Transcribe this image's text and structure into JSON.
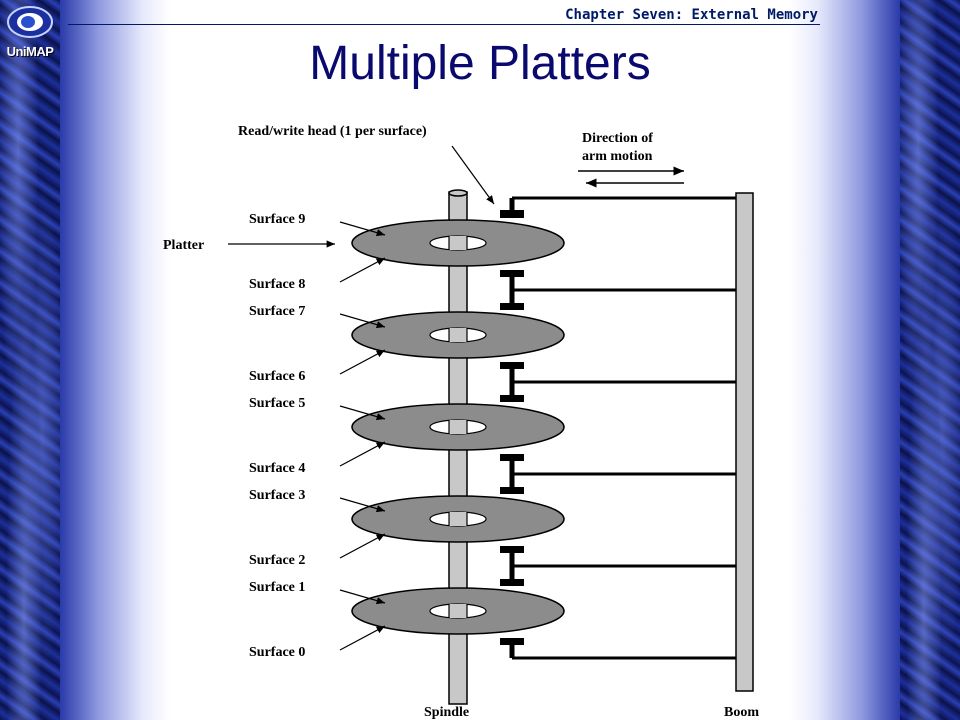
{
  "header": {
    "chapter": "Chapter Seven: External Memory",
    "logo_text": "UniMAP"
  },
  "slide": {
    "title": "Multiple Platters"
  },
  "diagram": {
    "head_label": "Read/write head (1 per surface)",
    "direction_label_1": "Direction of",
    "direction_label_2": "arm motion",
    "platter_label": "Platter",
    "surfaces": [
      "Surface 9",
      "Surface 8",
      "Surface 7",
      "Surface 6",
      "Surface 5",
      "Surface 4",
      "Surface 3",
      "Surface 2",
      "Surface 1",
      "Surface 0"
    ],
    "spindle_label": "Spindle",
    "boom_label": "Boom"
  }
}
